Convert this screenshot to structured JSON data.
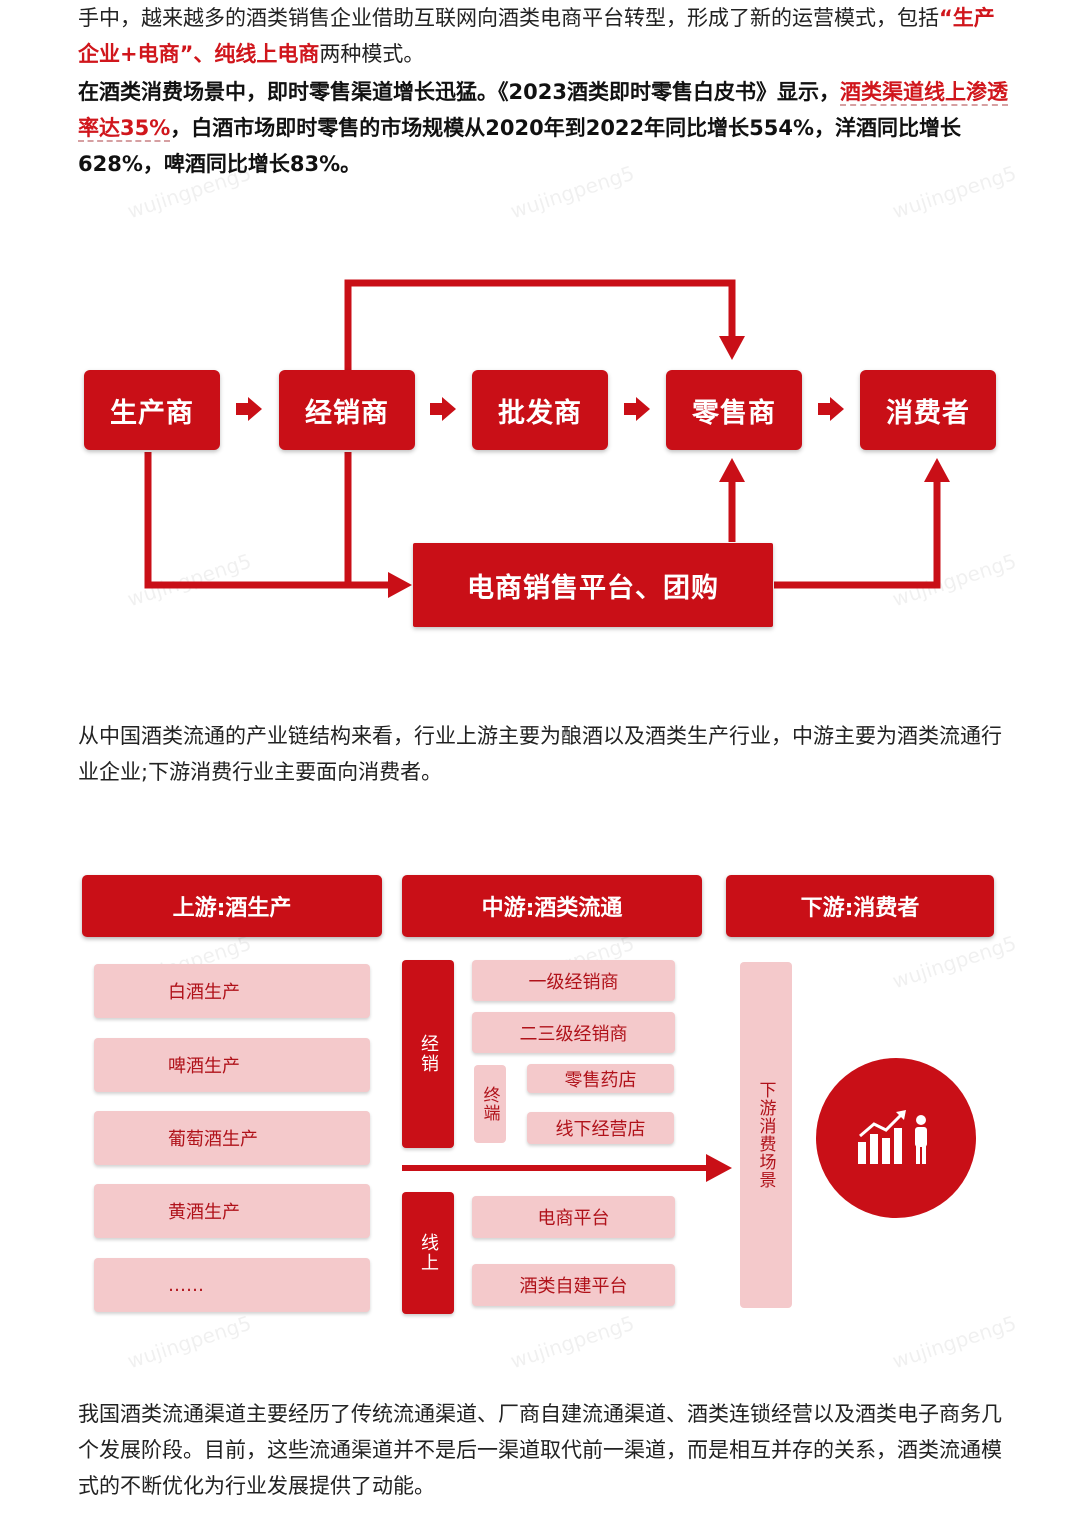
{
  "paragraphs": {
    "p1_a": "手中，越来越多的酒类销售企业借助互联网向酒类电商平台转型，形成了新的运营模式，包括",
    "p1_red": "“生产企业+电商”、纯线上电商",
    "p1_b": "两种模式。",
    "p2_a": "在酒类消费场景中，即时零售渠道增长迅猛。《2023酒类即时零售白皮书》显示，",
    "p2_red": "酒类渠道线上渗透率达35%",
    "p2_b": "，白酒市场即时零售的市场规模从2020年到2022年同比增长554%，洋酒同比增长628%，啤酒同比增长83%。",
    "p3": "从中国酒类流通的产业链结构来看，行业上游主要为酿酒以及酒类生产行业，中游主要为酒类流通行业企业;下游消费行业主要面向消费者。",
    "p4": "我国酒类流通渠道主要经历了传统流通渠道、厂商自建流通渠道、酒类连锁经营以及酒类电子商务几个发展阶段。目前，这些流通渠道并不是后一渠道取代前一渠道，而是相互并存的关系，酒类流通模式的不断优化为行业发展提供了动能。"
  },
  "flow": {
    "nodes": [
      "生产商",
      "经销商",
      "批发商",
      "零售商",
      "消费者"
    ],
    "platform": "电商销售平台、团购"
  },
  "chain": {
    "headers": [
      "上游:酒生产",
      "中游:酒类流通",
      "下游:消费者"
    ],
    "upstream": [
      "白酒生产",
      "啤酒生产",
      "葡萄酒生产",
      "黄酒生产",
      "……"
    ],
    "mid_dist_label": "经销",
    "mid_dist": [
      "一级经销商",
      "二三级经销商"
    ],
    "mid_terminal_label": "终端",
    "mid_terminal": [
      "零售药店",
      "线下经营店"
    ],
    "mid_online_label": "线上",
    "mid_online": [
      "电商平台",
      "酒类自建平台"
    ],
    "downstream_label": "下游消费场景"
  },
  "watermark": "wujingpeng5",
  "colors": {
    "accent": "#c90f17",
    "pink": "#f4c9cb",
    "text_red": "#d0161c"
  },
  "icons": [
    "bar-chart-person-icon"
  ]
}
